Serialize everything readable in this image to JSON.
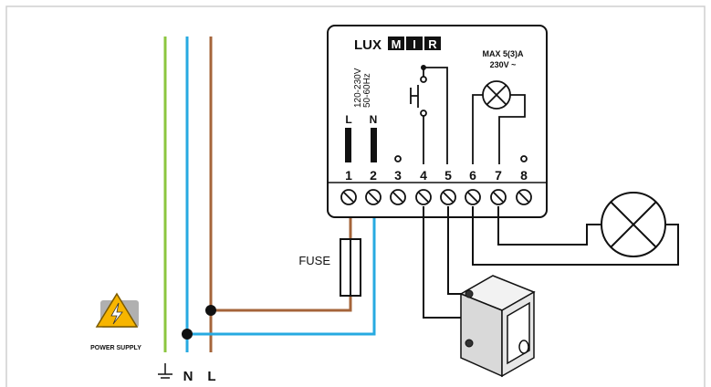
{
  "brand": {
    "prefix": "LUX",
    "letters": [
      "M",
      "I",
      "R"
    ]
  },
  "relay": {
    "voltage_line1": "120-230V",
    "voltage_line2": "50-60Hz",
    "terminal_L": "L",
    "terminal_N": "N",
    "load_rating_line1": "MAX 5(3)A",
    "load_rating_line2": "230V ~",
    "terminals": [
      "1",
      "2",
      "3",
      "4",
      "5",
      "6",
      "7",
      "8"
    ]
  },
  "fuse_label": "FUSE",
  "power_supply_label": "POWER SUPPLY",
  "supply_labels": {
    "neutral": "N",
    "line": "L"
  },
  "colors": {
    "earth": "#8cc63f",
    "neutral": "#27aae1",
    "line": "#a5643a",
    "warning": "#f7b500"
  }
}
